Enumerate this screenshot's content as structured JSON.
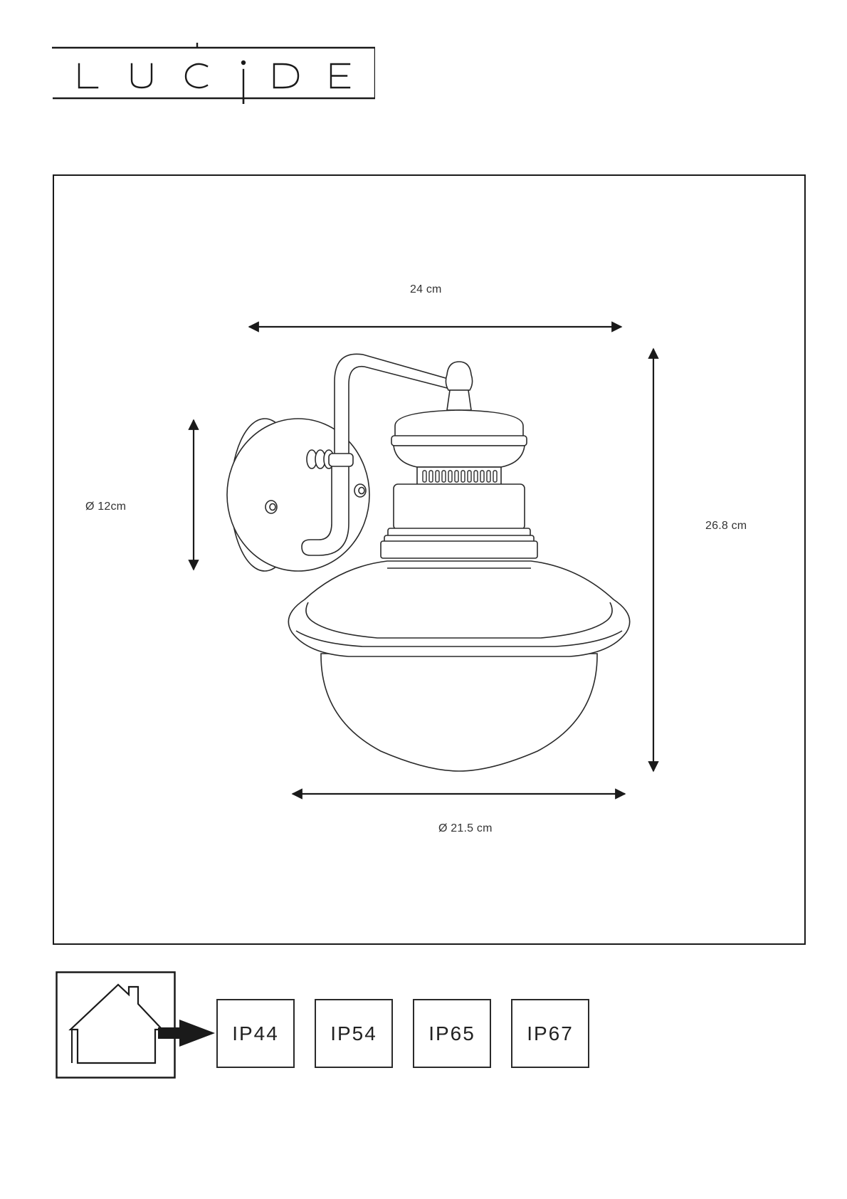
{
  "brand": {
    "logo_text": "LUCIDE"
  },
  "dimensions": {
    "width": "24 cm",
    "height": "26.8 cm",
    "backplate_diameter": "Ø 12cm",
    "shade_diameter": "Ø 21.5 cm"
  },
  "ip_ratings": [
    "IP44",
    "IP54",
    "IP65",
    "IP67"
  ],
  "icons": {
    "indoor_outdoor": "house-icon",
    "pointer": "arrow-right-icon"
  }
}
